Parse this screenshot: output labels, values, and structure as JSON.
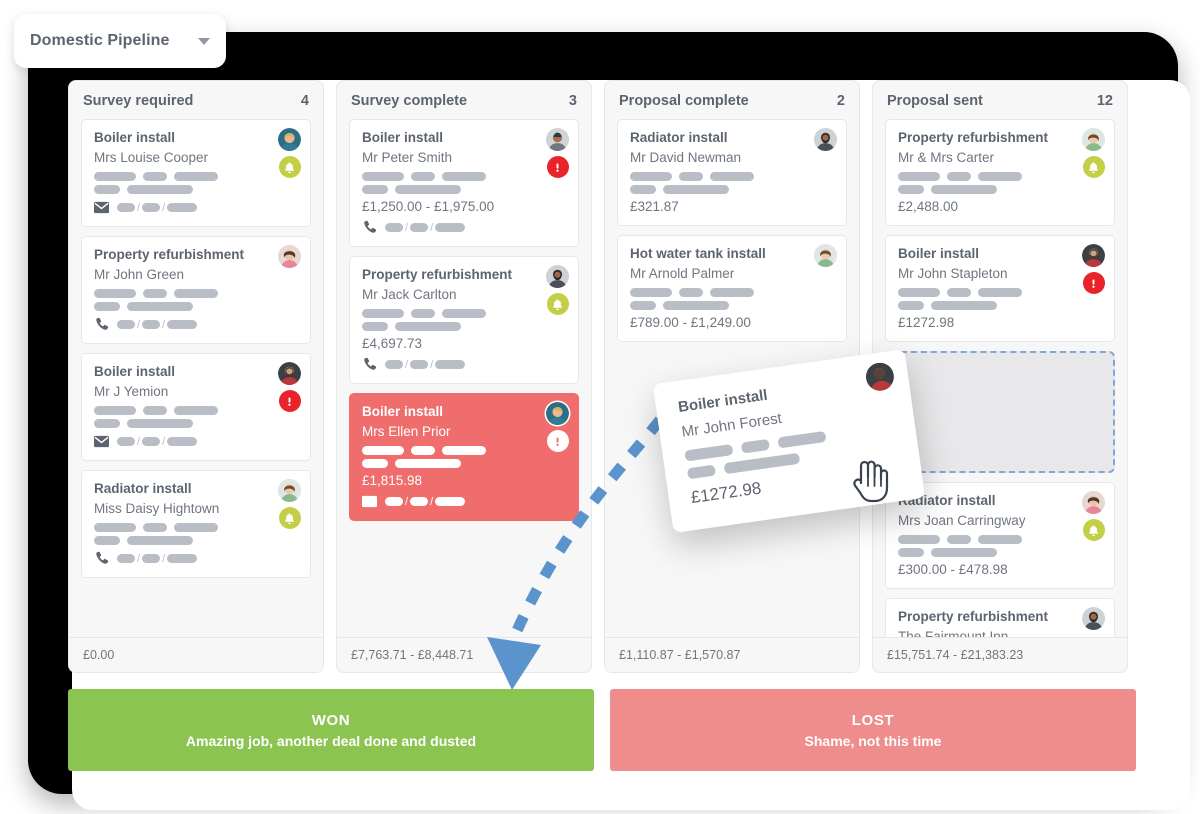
{
  "header": {
    "pipeline_selector_label": "Domestic Pipeline",
    "caret_icon": "chevron-down-icon"
  },
  "board": {
    "columns": [
      {
        "title": "Survey required",
        "count": "4",
        "total": "£0.00",
        "cards": [
          {
            "title": "Boiler install",
            "name": "Mrs Louise Cooper",
            "amount": "",
            "contact_icon": "envelope-icon",
            "badge": "bell",
            "avatar": "avatar-man-blond",
            "highlight": false
          },
          {
            "title": "Property refurbishment",
            "name": "Mr John Green",
            "amount": "",
            "contact_icon": "phone-icon",
            "badge": "none",
            "avatar": "avatar-woman-brunette",
            "highlight": false
          },
          {
            "title": "Boiler install",
            "name": "Mr J Yemion",
            "amount": "",
            "contact_icon": "envelope-icon",
            "badge": "alert",
            "avatar": "avatar-man-beard",
            "highlight": false
          },
          {
            "title": "Radiator install",
            "name": "Miss Daisy Hightown",
            "amount": "",
            "contact_icon": "phone-icon",
            "badge": "bell",
            "avatar": "avatar-woman-green",
            "highlight": false
          }
        ]
      },
      {
        "title": "Survey complete",
        "count": "3",
        "total": "£7,763.71 - £8,448.71",
        "cards": [
          {
            "title": "Boiler install",
            "name": "Mr Peter Smith",
            "amount": "£1,250.00 - £1,975.00",
            "contact_icon": "phone-icon",
            "badge": "alert",
            "avatar": "avatar-man-grey",
            "highlight": false
          },
          {
            "title": "Property refurbishment",
            "name": "Mr Jack Carlton",
            "amount": "£4,697.73",
            "contact_icon": "phone-icon",
            "badge": "bell",
            "avatar": "avatar-man-dark",
            "highlight": false
          },
          {
            "title": "Boiler install",
            "name": "Mrs Ellen Prior",
            "amount": "£1,815.98",
            "contact_icon": "envelope-icon",
            "badge": "alert",
            "avatar": "avatar-man-blond",
            "highlight": true
          }
        ]
      },
      {
        "title": "Proposal complete",
        "count": "2",
        "total": "£1,110.87 - £1,570.87",
        "cards": [
          {
            "title": "Radiator install",
            "name": "Mr David Newman",
            "amount": "£321.87",
            "contact_icon": "none",
            "badge": "none",
            "avatar": "avatar-man-dark",
            "highlight": false
          },
          {
            "title": "Hot water tank install",
            "name": "Mr Arnold Palmer",
            "amount": "£789.00 - £1,249.00",
            "contact_icon": "none",
            "badge": "none",
            "avatar": "avatar-woman-green",
            "highlight": false
          }
        ]
      },
      {
        "title": "Proposal sent",
        "count": "12",
        "total": "£15,751.74 - £21,383.23",
        "cards": [
          {
            "title": "Property refurbishment",
            "name": "Mr & Mrs Carter",
            "amount": "£2,488.00",
            "contact_icon": "none",
            "badge": "bell",
            "avatar": "avatar-woman-green",
            "highlight": false
          },
          {
            "title": "Boiler install",
            "name": "Mr John Stapleton",
            "amount": "£1272.98",
            "contact_icon": "none",
            "badge": "alert",
            "avatar": "avatar-man-beard",
            "highlight": false
          },
          {
            "title": "Radiator install",
            "name": "Mrs Joan Carringway",
            "amount": "£300.00 - £478.98",
            "contact_icon": "none",
            "badge": "bell",
            "avatar": "avatar-woman-brunette",
            "highlight": false
          },
          {
            "title": "Property refurbishment",
            "name": "The Fairmount Inn",
            "amount": "",
            "contact_icon": "none",
            "badge": "none",
            "avatar": "avatar-man-dark",
            "highlight": false
          }
        ]
      }
    ]
  },
  "drag_card": {
    "title": "Boiler install",
    "name": "Mr John Forest",
    "amount": "£1272.98",
    "avatar": "avatar-man-beard",
    "cursor_icon": "pointing-hand-cursor"
  },
  "outcomes": [
    {
      "title": "WON",
      "subtitle": "Amazing job, another deal done and dusted",
      "color": "#8cc451"
    },
    {
      "title": "LOST",
      "subtitle": "Shame, not this time",
      "color": "#ef8c8c"
    }
  ],
  "colors": {
    "highlight_card": "#ef6d6d",
    "badge_bell": "#c4cf48",
    "badge_alert": "#e8242a",
    "won": "#8cc451",
    "lost": "#ef8c8c",
    "arrow": "#5b93cd",
    "frame": "#000000"
  }
}
